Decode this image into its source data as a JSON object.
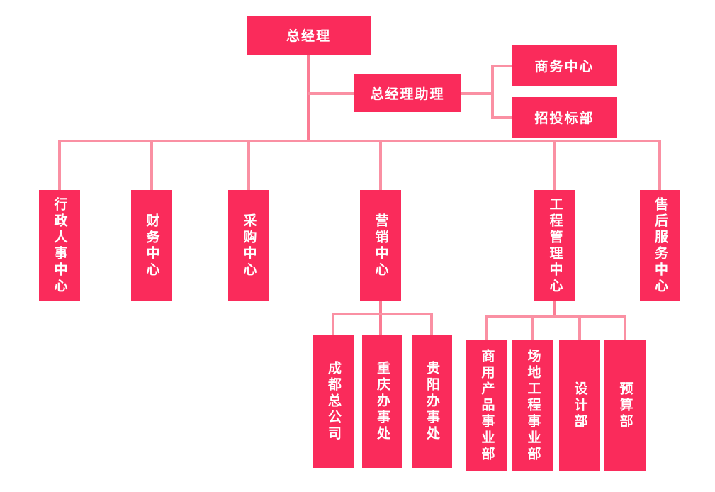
{
  "org": {
    "root": {
      "label": "总经理"
    },
    "assistant": {
      "label": "总经理助理",
      "children": [
        {
          "label": "商务中心"
        },
        {
          "label": "招投标部"
        }
      ]
    },
    "departments": [
      {
        "label": "行政人事中心"
      },
      {
        "label": "财务中心"
      },
      {
        "label": "采购中心"
      },
      {
        "label": "营销中心",
        "children": [
          {
            "label": "成都总公司"
          },
          {
            "label": "重庆办事处"
          },
          {
            "label": "贵阳办事处"
          }
        ]
      },
      {
        "label": "工程管理中心",
        "children": [
          {
            "label": "商用产品事业部"
          },
          {
            "label": "场地工程事业部"
          },
          {
            "label": "设计部"
          },
          {
            "label": "预算部"
          }
        ]
      },
      {
        "label": "售后服务中心"
      }
    ]
  },
  "colors": {
    "node_fill": "#FA2B5B",
    "node_text": "#FFFFFF",
    "stem_line": "#FB7C94",
    "branch_line": "#FA90A3",
    "background": "#FFFFFF"
  }
}
